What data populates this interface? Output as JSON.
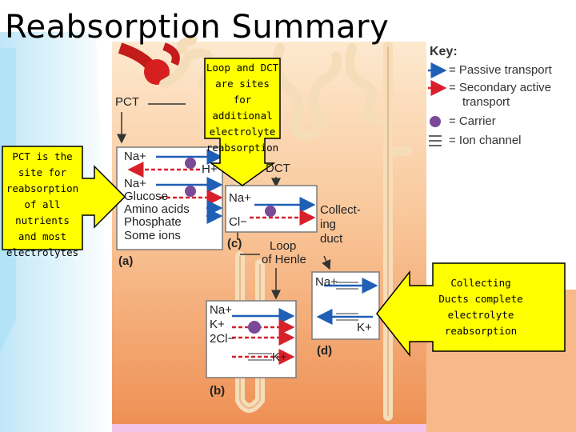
{
  "title": "Reabsorption Summary",
  "callouts": {
    "pct": [
      "PCT is the",
      "site for",
      "reabsorption",
      "of all nutrients",
      "and most",
      "electrolytes"
    ],
    "loop": [
      "Loop and DCT",
      "are sites for",
      "additional",
      "electrolyte",
      "reabsorption"
    ],
    "collecting": [
      "Collecting",
      "Ducts complete",
      "electrolyte",
      "reabsorption"
    ]
  },
  "key": {
    "heading": "Key:",
    "passive": "= Passive transport",
    "secondary_1": "= Secondary active",
    "secondary_2": "transport",
    "carrier": "= Carrier",
    "ion_channel": "= Ion channel"
  },
  "labels": {
    "pct": "PCT",
    "dct": "DCT",
    "collecting_1": "Collect-",
    "collecting_2": "ing",
    "collecting_3": "duct",
    "loop_1": "Loop",
    "loop_2": "of Henle",
    "a": "(a)",
    "b": "(b)",
    "c": "(c)",
    "d": "(d)"
  },
  "panel_a": [
    "Na+",
    "H+",
    "Na+",
    "Glucose",
    "Amino acids",
    "Phosphate",
    "Some ions"
  ],
  "panel_b": [
    "Na+",
    "K+",
    "2Cl−",
    "K+"
  ],
  "panel_c": [
    "Na+",
    "Cl−"
  ],
  "panel_d": [
    "Na+",
    "K+"
  ],
  "colors": {
    "passive": "#1f5fb5",
    "secondary": "#d8202b",
    "carrier": "#7a4a98",
    "callout": "#ffff00"
  }
}
